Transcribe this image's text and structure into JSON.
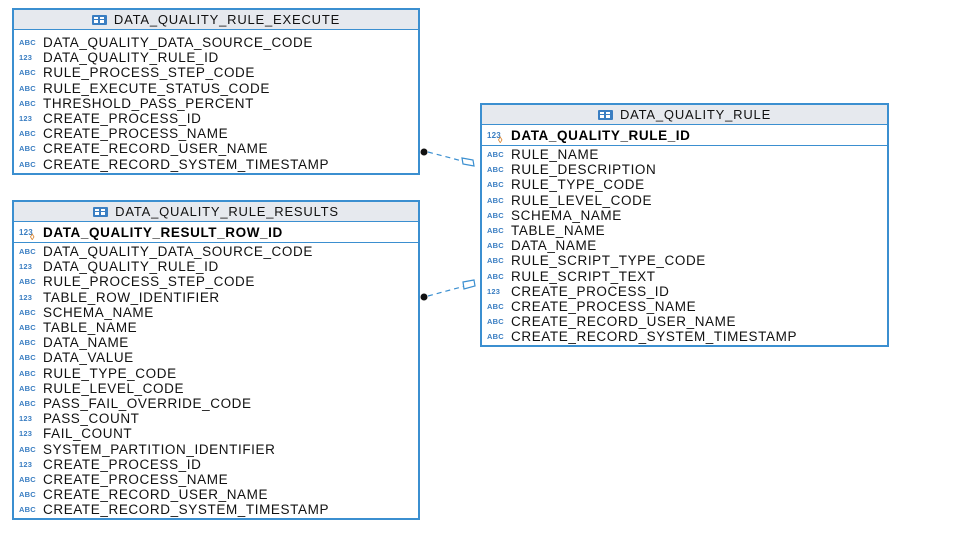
{
  "entities": {
    "execute": {
      "name": "DATA_QUALITY_RULE_EXECUTE",
      "columns": [
        {
          "type": "ABC",
          "name": "DATA_QUALITY_DATA_SOURCE_CODE"
        },
        {
          "type": "123",
          "name": "DATA_QUALITY_RULE_ID"
        },
        {
          "type": "ABC",
          "name": "RULE_PROCESS_STEP_CODE"
        },
        {
          "type": "ABC",
          "name": "RULE_EXECUTE_STATUS_CODE"
        },
        {
          "type": "ABC",
          "name": "THRESHOLD_PASS_PERCENT"
        },
        {
          "type": "123",
          "name": "CREATE_PROCESS_ID"
        },
        {
          "type": "ABC",
          "name": "CREATE_PROCESS_NAME"
        },
        {
          "type": "ABC",
          "name": "CREATE_RECORD_USER_NAME"
        },
        {
          "type": "ABC",
          "name": "CREATE_RECORD_SYSTEM_TIMESTAMP"
        }
      ]
    },
    "results": {
      "name": "DATA_QUALITY_RULE_RESULTS",
      "pk": {
        "type": "123",
        "name": "DATA_QUALITY_RESULT_ROW_ID"
      },
      "columns": [
        {
          "type": "ABC",
          "name": "DATA_QUALITY_DATA_SOURCE_CODE"
        },
        {
          "type": "123",
          "name": "DATA_QUALITY_RULE_ID"
        },
        {
          "type": "ABC",
          "name": "RULE_PROCESS_STEP_CODE"
        },
        {
          "type": "123",
          "name": "TABLE_ROW_IDENTIFIER"
        },
        {
          "type": "ABC",
          "name": "SCHEMA_NAME"
        },
        {
          "type": "ABC",
          "name": "TABLE_NAME"
        },
        {
          "type": "ABC",
          "name": "DATA_NAME"
        },
        {
          "type": "ABC",
          "name": "DATA_VALUE"
        },
        {
          "type": "ABC",
          "name": "RULE_TYPE_CODE"
        },
        {
          "type": "ABC",
          "name": "RULE_LEVEL_CODE"
        },
        {
          "type": "ABC",
          "name": "PASS_FAIL_OVERRIDE_CODE"
        },
        {
          "type": "123",
          "name": "PASS_COUNT"
        },
        {
          "type": "123",
          "name": "FAIL_COUNT"
        },
        {
          "type": "ABC",
          "name": "SYSTEM_PARTITION_IDENTIFIER"
        },
        {
          "type": "123",
          "name": "CREATE_PROCESS_ID"
        },
        {
          "type": "ABC",
          "name": "CREATE_PROCESS_NAME"
        },
        {
          "type": "ABC",
          "name": "CREATE_RECORD_USER_NAME"
        },
        {
          "type": "ABC",
          "name": "CREATE_RECORD_SYSTEM_TIMESTAMP"
        }
      ]
    },
    "rule": {
      "name": "DATA_QUALITY_RULE",
      "pk": {
        "type": "123",
        "name": "DATA_QUALITY_RULE_ID"
      },
      "columns": [
        {
          "type": "ABC",
          "name": "RULE_NAME"
        },
        {
          "type": "ABC",
          "name": "RULE_DESCRIPTION"
        },
        {
          "type": "ABC",
          "name": "RULE_TYPE_CODE"
        },
        {
          "type": "ABC",
          "name": "RULE_LEVEL_CODE"
        },
        {
          "type": "ABC",
          "name": "SCHEMA_NAME"
        },
        {
          "type": "ABC",
          "name": "TABLE_NAME"
        },
        {
          "type": "ABC",
          "name": "DATA_NAME"
        },
        {
          "type": "ABC",
          "name": "RULE_SCRIPT_TYPE_CODE"
        },
        {
          "type": "ABC",
          "name": "RULE_SCRIPT_TEXT"
        },
        {
          "type": "123",
          "name": "CREATE_PROCESS_ID"
        },
        {
          "type": "ABC",
          "name": "CREATE_PROCESS_NAME"
        },
        {
          "type": "ABC",
          "name": "CREATE_RECORD_USER_NAME"
        },
        {
          "type": "ABC",
          "name": "CREATE_RECORD_SYSTEM_TIMESTAMP"
        }
      ]
    }
  },
  "colors": {
    "border": "#3b8fd0",
    "header_bg": "#e6e9ee",
    "type_icon": "#3a7ec2",
    "key_icon": "#d9822b"
  }
}
